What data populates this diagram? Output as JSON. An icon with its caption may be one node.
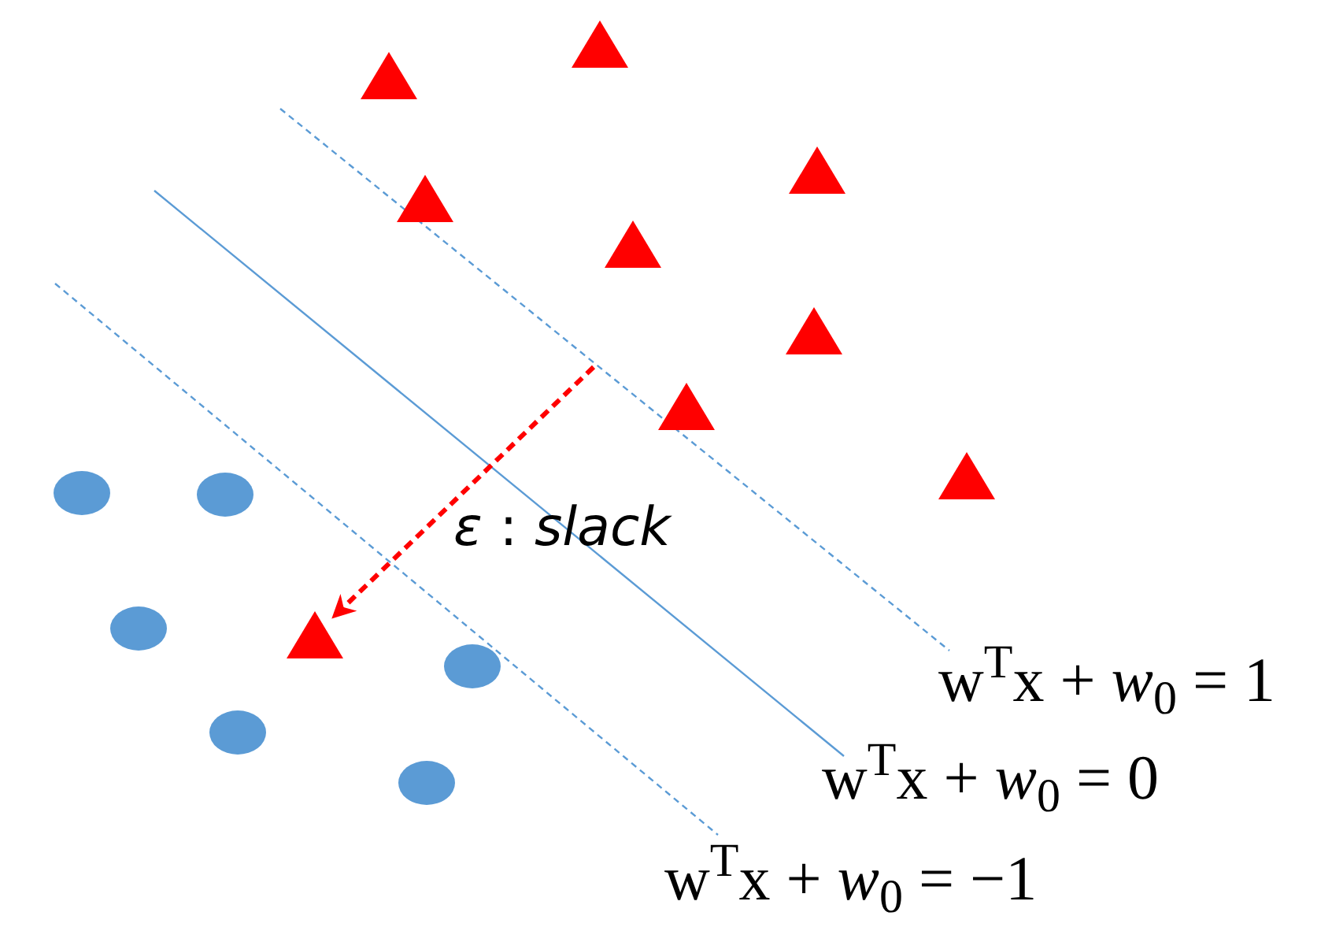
{
  "diagram": {
    "nodes": [
      {
        "text": [],
        "shape": "triangle"
      },
      {
        "text": [],
        "shape": "triangle"
      },
      {
        "text": [],
        "shape": "triangle"
      },
      {
        "text": [],
        "shape": "triangle"
      },
      {
        "text": [],
        "shape": "triangle"
      },
      {
        "text": [],
        "shape": "triangle"
      },
      {
        "text": [],
        "shape": "triangle"
      },
      {
        "text": [],
        "shape": "triangle"
      },
      {
        "text": [],
        "shape": "circle"
      },
      {
        "text": [],
        "shape": "circle"
      },
      {
        "text": [],
        "shape": "circle"
      },
      {
        "text": [],
        "shape": "triangle"
      },
      {
        "text": [],
        "shape": "circle"
      },
      {
        "text": [],
        "shape": "circle"
      },
      {
        "text": [],
        "shape": "circle"
      }
    ],
    "edges": [
      {
        "from": null,
        "to": 11,
        "arrow": "to",
        "style": "dashed",
        "color": "#ff0000"
      }
    ],
    "labels": [
      "*ε* : *slack*",
      "w$^{T}$x + *w*$_{0}$ = 1",
      "w$^{T}$x + *w*$_{0}$ = 0",
      "w$^{T}$x + *w*$_{0}$ = −1"
    ]
  }
}
